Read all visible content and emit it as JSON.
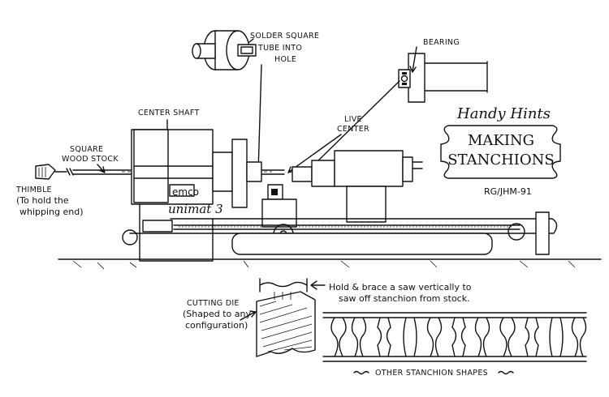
{
  "title": {
    "line1": "Handy Hints",
    "line2": "MAKING",
    "line3": "STANCHIONS",
    "credit": "RG/JHM-91"
  },
  "labels": {
    "solder_line1": "SOLDER SQUARE",
    "solder_line2": "TUBE INTO",
    "solder_line3": "HOLE",
    "bearing": "BEARING",
    "center_shaft": "CENTER SHAFT",
    "live_center_line1": "LIVE",
    "live_center_line2": "CENTER",
    "square_stock_line1": "SQUARE",
    "square_stock_line2": "WOOD STOCK",
    "thimble_line1": "THIMBLE",
    "thimble_line2": "(To hold the",
    "thimble_line3": "whipping end)",
    "brand": "emco",
    "model": "unimat 3",
    "saw_line1": "Hold & brace a saw vertically to",
    "saw_line2": "saw off stanchion from stock.",
    "die_line1": "CUTTING DIE",
    "die_line2": "(Shaped to any",
    "die_line3": "configuration)",
    "other_shapes": "OTHER STANCHION SHAPES"
  }
}
